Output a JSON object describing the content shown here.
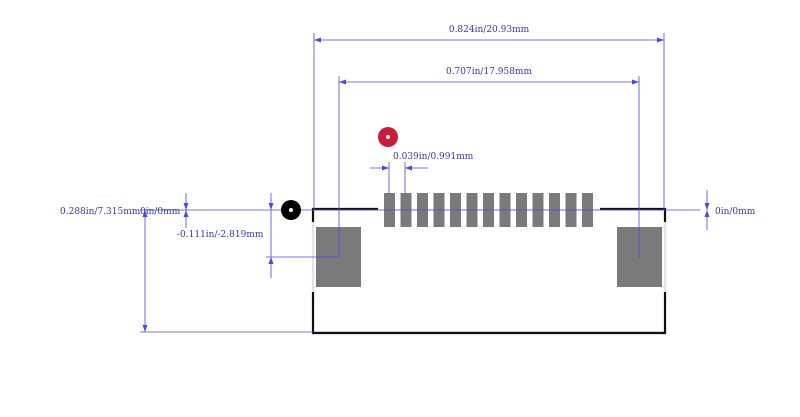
{
  "diagram": {
    "type": "pcb-footprint-dimension-drawing",
    "pin_count": 13,
    "colors": {
      "dimension": "#4a4ae6",
      "dimension_text": "#3333cc",
      "pad": "#7a7a7a",
      "outline": "#111111",
      "courtyard": "#e6b8c0",
      "pin1_marker": "#cc1a3c",
      "origin_marker": "#000000"
    },
    "icons": [
      "pin1-marker-icon",
      "origin-marker-icon"
    ]
  },
  "dimensions": {
    "overall_width": "0.824in/20.93mm",
    "pad_span": "0.707in/17.958mm",
    "pin_pitch": "0.039in/0.991mm",
    "total_height": "0.288in/7.315mm",
    "origin_offset_left": "0in/0mm",
    "mount_pad_offset": "-0.111in/-2.819mm",
    "origin_offset_right": "0in/0mm"
  }
}
